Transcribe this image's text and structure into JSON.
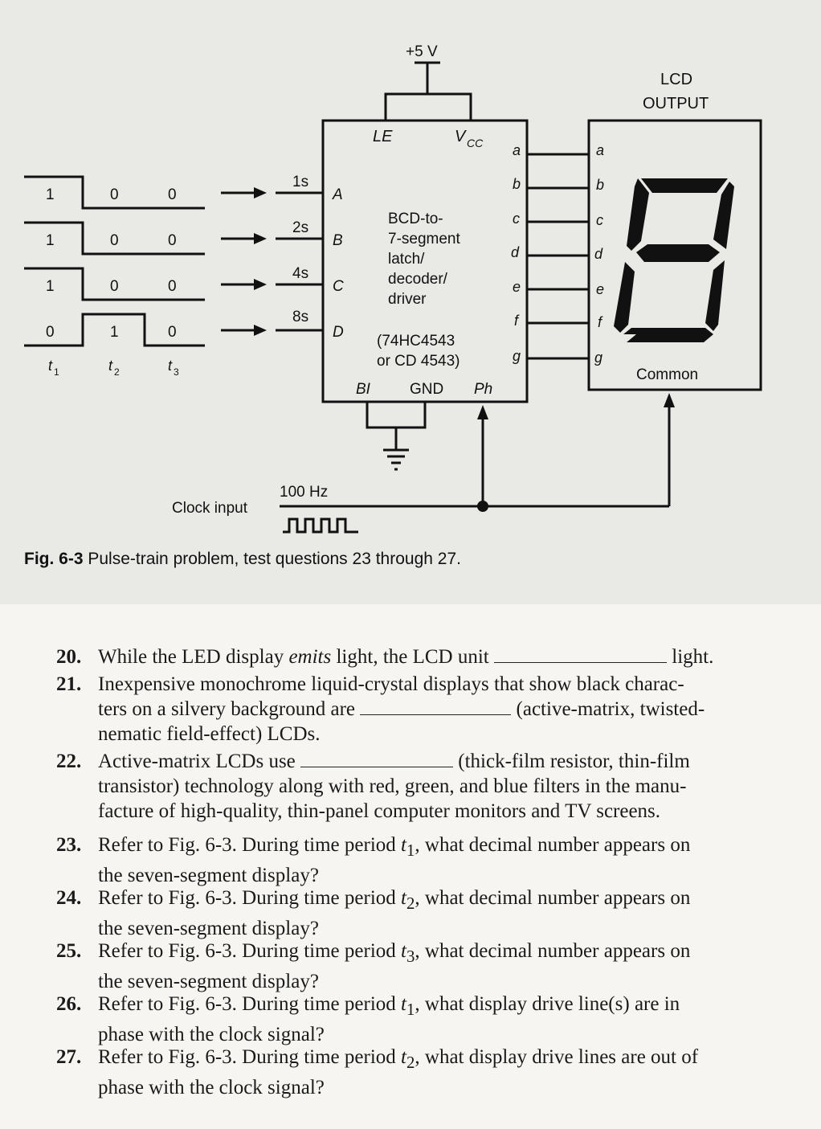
{
  "figure": {
    "supply": "+5 V",
    "lcd_title_1": "LCD",
    "lcd_title_2": "OUTPUT",
    "chip": {
      "le": "LE",
      "vcc": "V",
      "vcc_sub": "CC",
      "name_lines": [
        "BCD-to-",
        "7-segment",
        "latch/",
        "decoder/",
        "driver"
      ],
      "part_lines": [
        "(74HC4543",
        "or CD 4543)"
      ],
      "bi": "BI",
      "gnd": "GND",
      "ph": "Ph",
      "inputs": [
        "A",
        "B",
        "C",
        "D"
      ],
      "outputs": [
        "a",
        "b",
        "c",
        "d",
        "e",
        "f",
        "g"
      ]
    },
    "weights": [
      "1s",
      "2s",
      "4s",
      "8s"
    ],
    "pulse_rows": [
      [
        "1",
        "0",
        "0"
      ],
      [
        "1",
        "0",
        "0"
      ],
      [
        "1",
        "0",
        "0"
      ],
      [
        "0",
        "1",
        "0"
      ]
    ],
    "time_labels": [
      "t",
      "t",
      "t"
    ],
    "time_subs": [
      "1",
      "2",
      "3"
    ],
    "lcd_segments": [
      "a",
      "b",
      "c",
      "d",
      "e",
      "f",
      "g"
    ],
    "common": "Common",
    "clock_label": "Clock input",
    "clock_freq": "100 Hz",
    "caption_label": "Fig. 6-3",
    "caption_text": "Pulse-train problem, test questions 23 through 27."
  },
  "questions": [
    {
      "number": "20.",
      "parts": [
        "While the LED display ",
        "emits",
        " light, the LCD unit ",
        " light."
      ]
    },
    {
      "number": "21.",
      "parts": [
        "Inexpensive monochrome liquid-crystal displays that show black charac-",
        "ters on a silvery background are ",
        " (active-matrix, twisted-",
        "nematic field-effect) LCDs."
      ]
    },
    {
      "number": "22.",
      "parts": [
        "Active-matrix LCDs use ",
        " (thick-film resistor, thin-film",
        "transistor) technology along with red, green, and blue filters in the manu-",
        "facture of high-quality, thin-panel computer monitors and TV screens."
      ]
    },
    {
      "number": "23.",
      "parts": [
        "Refer to Fig. 6-3. During time period ",
        "t",
        "1",
        ", what decimal number appears on",
        "the seven-segment display?"
      ]
    },
    {
      "number": "24.",
      "parts": [
        "Refer to Fig. 6-3. During time period ",
        "t",
        "2",
        ", what decimal number appears on",
        "the seven-segment display?"
      ]
    },
    {
      "number": "25.",
      "parts": [
        "Refer to Fig. 6-3. During time period ",
        "t",
        "3",
        ", what decimal number appears on",
        "the seven-segment display?"
      ]
    },
    {
      "number": "26.",
      "parts": [
        "Refer to Fig. 6-3. During time period ",
        "t",
        "1",
        ", what display drive line(s) are in",
        "phase with the clock signal?"
      ]
    },
    {
      "number": "27.",
      "parts": [
        "Refer to Fig. 6-3. During time period ",
        "t",
        "2",
        ", what display drive lines are out of",
        "phase with the clock signal?"
      ]
    }
  ]
}
